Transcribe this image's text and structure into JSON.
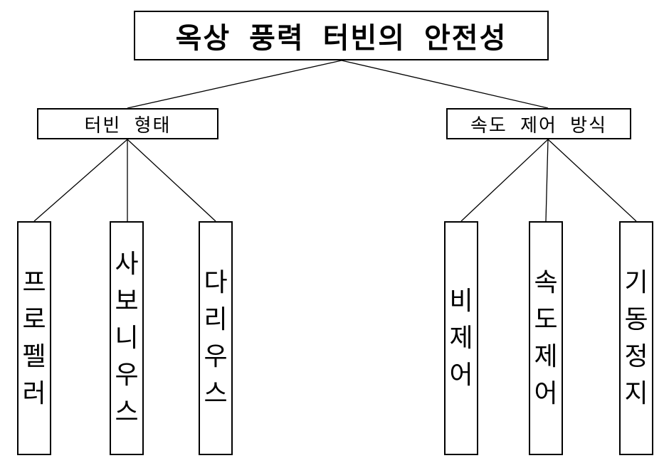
{
  "root": {
    "label": "옥상 풍력 터빈의 안전성"
  },
  "branches": [
    {
      "label": "터빈 형태",
      "leaves": [
        {
          "label": "프로펠러"
        },
        {
          "label": "사보니우스"
        },
        {
          "label": "다리우스"
        }
      ]
    },
    {
      "label": "속도 제어 방식",
      "leaves": [
        {
          "label": "비제어"
        },
        {
          "label": "속도제어"
        },
        {
          "label": "기동정지"
        }
      ]
    }
  ],
  "colors": {
    "line": "#000000",
    "border": "#000000",
    "background": "#ffffff"
  }
}
